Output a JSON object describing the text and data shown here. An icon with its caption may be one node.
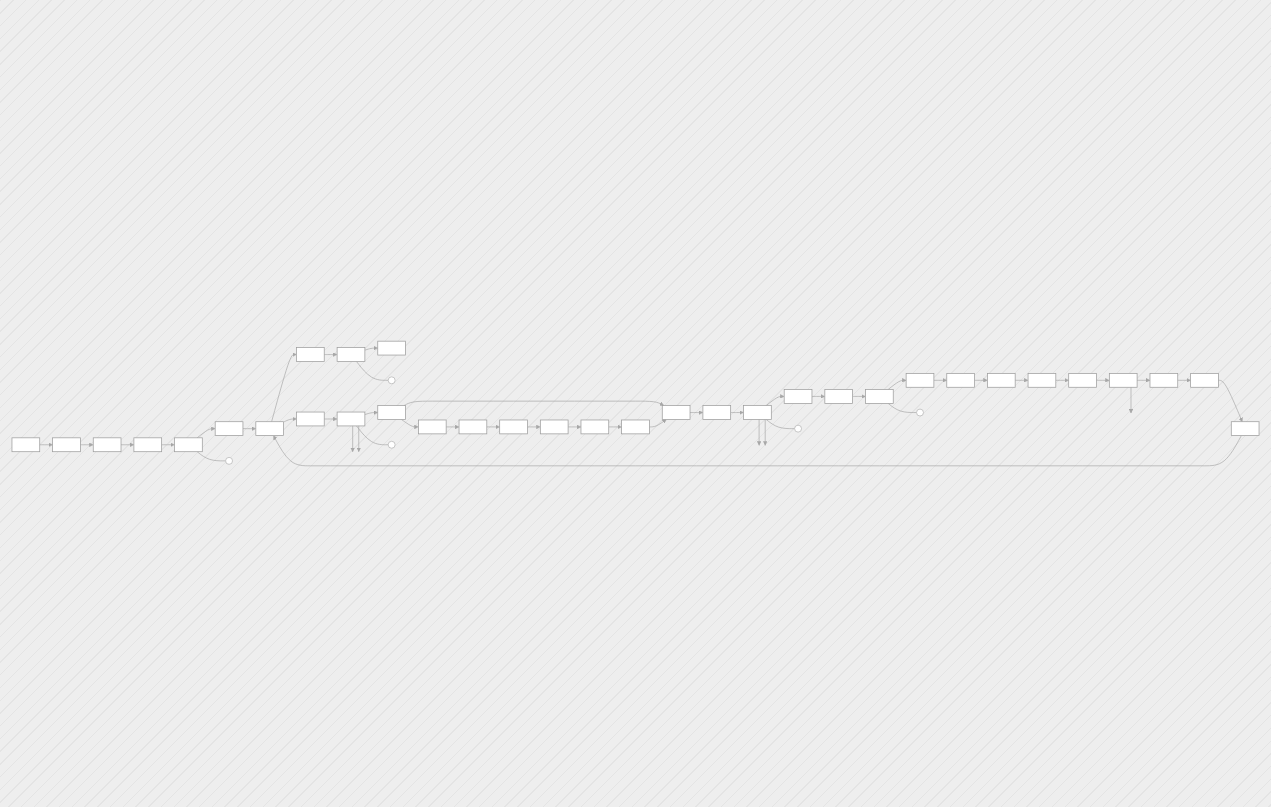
{
  "diagram": {
    "nodes": [
      {
        "text": [],
        "shape": "box"
      },
      {
        "text": [],
        "shape": "box"
      },
      {
        "text": [],
        "shape": "box"
      },
      {
        "text": [],
        "shape": "circle"
      },
      {
        "text": [],
        "shape": "box"
      },
      {
        "text": [],
        "shape": "box"
      },
      {
        "text": [],
        "shape": "box"
      },
      {
        "text": [],
        "shape": "box"
      },
      {
        "text": [],
        "shape": "box"
      },
      {
        "text": [],
        "shape": "box"
      },
      {
        "text": [],
        "shape": "box"
      },
      {
        "text": [],
        "shape": "box"
      },
      {
        "text": [],
        "shape": "box"
      },
      {
        "text": [],
        "shape": "box"
      },
      {
        "text": [],
        "shape": "box"
      },
      {
        "text": [],
        "shape": "box"
      },
      {
        "text": [],
        "shape": "box"
      },
      {
        "text": [],
        "shape": "box"
      },
      {
        "text": [],
        "shape": "circle"
      },
      {
        "text": [],
        "shape": "circle"
      },
      {
        "text": [],
        "shape": "box"
      },
      {
        "text": [],
        "shape": "box"
      },
      {
        "text": [],
        "shape": "box"
      },
      {
        "text": [],
        "shape": "box"
      },
      {
        "text": [],
        "shape": "box"
      },
      {
        "text": [],
        "shape": "box"
      },
      {
        "text": [],
        "shape": "box"
      },
      {
        "text": [],
        "shape": "box"
      },
      {
        "text": [],
        "shape": "box"
      },
      {
        "text": [],
        "shape": "box"
      },
      {
        "text": [],
        "shape": "box"
      },
      {
        "text": [],
        "shape": "circle"
      },
      {
        "text": [],
        "shape": "circle"
      },
      {
        "text": [],
        "shape": "box"
      },
      {
        "text": [],
        "shape": "box"
      },
      {
        "text": [],
        "shape": "box"
      },
      {
        "text": [],
        "shape": "box"
      },
      {
        "text": [],
        "shape": "box"
      },
      {
        "text": [],
        "shape": "box"
      }
    ],
    "edges": [
      {
        "from": 4,
        "to": 5,
        "arrow": "to"
      },
      {
        "from": 5,
        "to": 6,
        "arrow": "to"
      },
      {
        "from": 6,
        "to": 7,
        "arrow": "to"
      },
      {
        "from": 7,
        "to": 8,
        "arrow": "to"
      },
      {
        "from": 8,
        "to": 18,
        "arrow": "none"
      },
      {
        "from": 8,
        "to": 9,
        "arrow": "to"
      },
      {
        "from": 9,
        "to": 10,
        "arrow": "to"
      },
      {
        "from": 10,
        "to": 0,
        "arrow": "to"
      },
      {
        "from": 0,
        "to": 1,
        "arrow": "to"
      },
      {
        "from": 1,
        "to": 2,
        "arrow": "to"
      },
      {
        "from": 1,
        "to": 3,
        "arrow": "none"
      },
      {
        "from": 10,
        "to": 11,
        "arrow": "to"
      },
      {
        "from": 11,
        "to": 12,
        "arrow": "to"
      },
      {
        "from": 12,
        "to": 19,
        "arrow": "none"
      },
      {
        "from": 12,
        "to": null,
        "arrow": "to"
      },
      {
        "from": 12,
        "to": null,
        "arrow": "to"
      },
      {
        "from": 12,
        "to": 13,
        "arrow": "to"
      },
      {
        "from": 13,
        "to": 14,
        "arrow": "to"
      },
      {
        "from": 13,
        "to": 15,
        "arrow": "to"
      },
      {
        "from": 15,
        "to": 16,
        "arrow": "to"
      },
      {
        "from": 16,
        "to": 17,
        "arrow": "to"
      },
      {
        "from": 17,
        "to": 20,
        "arrow": "to"
      },
      {
        "from": 20,
        "to": 21,
        "arrow": "to"
      },
      {
        "from": 21,
        "to": 22,
        "arrow": "to"
      },
      {
        "from": 22,
        "to": 14,
        "arrow": "to"
      },
      {
        "from": 14,
        "to": 23,
        "arrow": "to"
      },
      {
        "from": 23,
        "to": 24,
        "arrow": "to"
      },
      {
        "from": 24,
        "to": 32,
        "arrow": "none"
      },
      {
        "from": 24,
        "to": null,
        "arrow": "to"
      },
      {
        "from": 24,
        "to": null,
        "arrow": "to"
      },
      {
        "from": 24,
        "to": 25,
        "arrow": "to"
      },
      {
        "from": 25,
        "to": 26,
        "arrow": "to"
      },
      {
        "from": 26,
        "to": 27,
        "arrow": "to"
      },
      {
        "from": 27,
        "to": 31,
        "arrow": "none"
      },
      {
        "from": 27,
        "to": 28,
        "arrow": "to"
      },
      {
        "from": 28,
        "to": 29,
        "arrow": "to"
      },
      {
        "from": 29,
        "to": 30,
        "arrow": "to"
      },
      {
        "from": 30,
        "to": 33,
        "arrow": "to"
      },
      {
        "from": 33,
        "to": 34,
        "arrow": "to"
      },
      {
        "from": 34,
        "to": 35,
        "arrow": "to"
      },
      {
        "from": 35,
        "to": 36,
        "arrow": "to"
      },
      {
        "from": 35,
        "to": null,
        "arrow": "to"
      },
      {
        "from": 36,
        "to": 37,
        "arrow": "to"
      },
      {
        "from": 37,
        "to": 38,
        "arrow": "to"
      },
      {
        "from": 38,
        "to": 10,
        "arrow": "to"
      }
    ]
  }
}
